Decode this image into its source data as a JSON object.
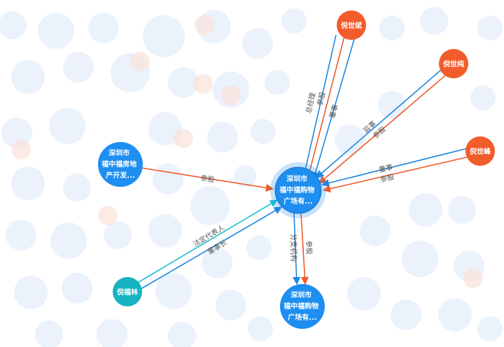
{
  "colors": {
    "company": "#1e8ef0",
    "company_stroke": "#1774c8",
    "person": "#f25c2b",
    "legal_rep": "#17b3c1",
    "edge_blue": "#1e86e0",
    "edge_orange": "#ee5a2a",
    "edge_cyan": "#1cbfd0",
    "bg_dot": "#dbe8f7",
    "bg_dot_orange": "#fbe3da"
  },
  "nodes": {
    "center": {
      "lines": [
        "深圳市",
        "福中福购物",
        "广场有..."
      ],
      "kind": "company"
    },
    "left_company": {
      "lines": [
        "深圳市",
        "福中福房地",
        "产开发..."
      ],
      "kind": "company"
    },
    "branch": {
      "lines": [
        "深圳市",
        "福中福购物",
        "广场有..."
      ],
      "kind": "company"
    },
    "p1": {
      "lines": [
        "倪世斌"
      ],
      "kind": "person"
    },
    "p2": {
      "lines": [
        "倪世纯"
      ],
      "kind": "person"
    },
    "p3": {
      "lines": [
        "倪世峰"
      ],
      "kind": "person"
    },
    "legal": {
      "lines": [
        "倪福林"
      ],
      "kind": "legal_rep"
    }
  },
  "edges": {
    "p1_a": "总经理",
    "p1_b": "参股",
    "p1_c": "董事",
    "p2_a": "监事",
    "p2_b": "参股",
    "p3_a": "董事",
    "p3_b": "参股",
    "left_a": "参股",
    "legal_a": "法定代表人",
    "legal_b": "董事长",
    "branch_a": "分支机构",
    "branch_b": "参股"
  }
}
